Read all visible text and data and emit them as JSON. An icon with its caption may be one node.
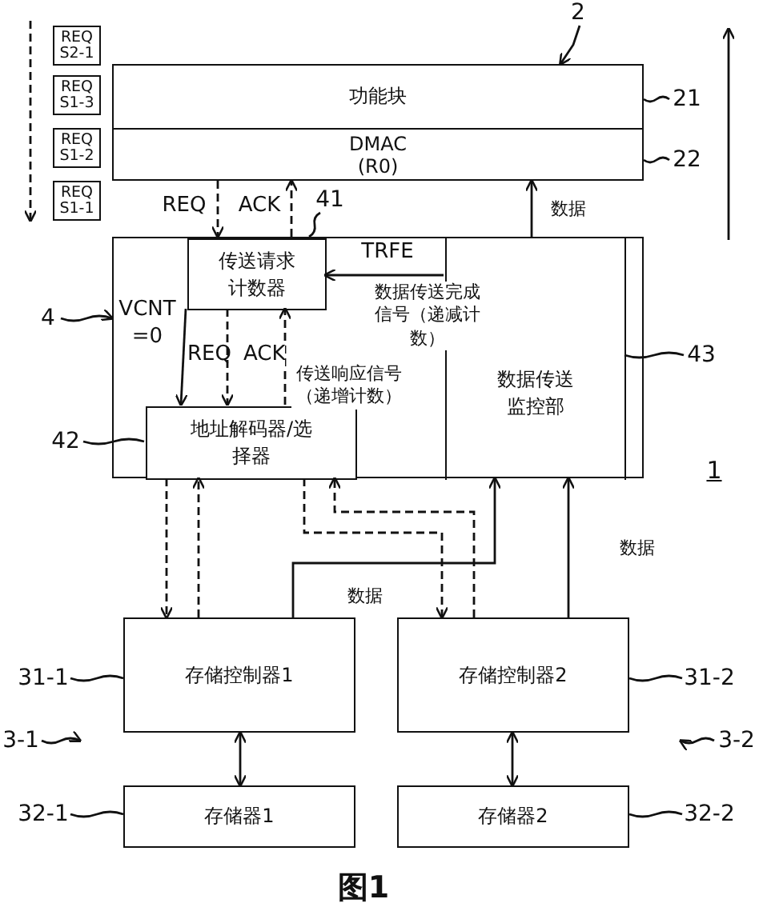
{
  "diagram": {
    "caption": "图1",
    "nodes": [
      {
        "text": [
          "REQ S2-1"
        ]
      },
      {
        "text": [
          "REQ S1-3"
        ]
      },
      {
        "text": [
          "REQ S1-2"
        ]
      },
      {
        "text": [
          "REQ S1-1"
        ]
      },
      {
        "text": [
          "2"
        ]
      },
      {
        "text": [
          "功能块"
        ]
      },
      {
        "text": [
          "DMAC (R0)"
        ]
      },
      {
        "text": [
          "21"
        ]
      },
      {
        "text": [
          "22"
        ]
      },
      {
        "text": [
          "41"
        ]
      },
      {
        "text": [],
        "shape": "box"
      },
      {
        "text": [
          "传送请求计数器"
        ],
        "in": 10
      },
      {
        "text": [
          "4"
        ]
      },
      {
        "text": [
          "数据传送监控部"
        ],
        "in": 10
      },
      {
        "text": [
          "43"
        ]
      },
      {
        "text": [
          "地址解码器/选择器"
        ],
        "in": 10
      },
      {
        "text": [
          "42"
        ]
      },
      {
        "text": [
          "31-1"
        ]
      },
      {
        "text": [
          "存储控制器1"
        ]
      },
      {
        "text": [
          "存储控制器2"
        ]
      },
      {
        "text": [
          "31-2"
        ]
      },
      {
        "text": [
          "3-1"
        ]
      },
      {
        "text": [
          "3-2"
        ]
      },
      {
        "text": [
          "32-1"
        ]
      },
      {
        "text": [
          "存储器1"
        ]
      },
      {
        "text": [
          "存储器2"
        ]
      },
      {
        "text": [
          "32-2"
        ]
      }
    ],
    "edges": [
      {
        "from": 4,
        "to": 5,
        "arrow": "to"
      },
      {
        "from": 7,
        "to": 5,
        "arrow": "none"
      },
      {
        "from": 8,
        "to": 6,
        "arrow": "none"
      },
      {
        "from": 6,
        "to": 11,
        "arrow": "to",
        "style": "dashed",
        "label": "REQ"
      },
      {
        "from": 11,
        "to": 6,
        "arrow": "to",
        "style": "dashed",
        "label": "ACK"
      },
      {
        "from": 9,
        "to": 11,
        "arrow": "none"
      },
      {
        "from": 13,
        "to": 6,
        "arrow": "to",
        "label": "数据"
      },
      {
        "from": 13,
        "to": 11,
        "arrow": "to",
        "label": "TRFE"
      },
      {
        "from": 12,
        "to": 10,
        "arrow": "to"
      },
      {
        "from": 11,
        "to": 15,
        "arrow": "to",
        "label": "VCNT =0"
      },
      {
        "from": 11,
        "to": 15,
        "arrow": "to",
        "style": "dashed",
        "label": "REQ"
      },
      {
        "from": 15,
        "to": 11,
        "arrow": "to",
        "style": "dashed",
        "label": "ACK"
      },
      {
        "from": 14,
        "to": 13,
        "arrow": "none"
      },
      {
        "from": 16,
        "to": 15,
        "arrow": "none"
      },
      {
        "from": 15,
        "to": 18,
        "arrow": "to",
        "style": "dashed"
      },
      {
        "from": 18,
        "to": 15,
        "arrow": "to",
        "style": "dashed"
      },
      {
        "from": 15,
        "to": 19,
        "arrow": "to",
        "style": "dashed"
      },
      {
        "from": 19,
        "to": 15,
        "arrow": "to",
        "style": "dashed"
      },
      {
        "from": 18,
        "to": 13,
        "arrow": "to",
        "label": "数据"
      },
      {
        "from": 19,
        "to": 13,
        "arrow": "to",
        "label": "数据"
      },
      {
        "from": 17,
        "to": 18,
        "arrow": "none"
      },
      {
        "from": 20,
        "to": 19,
        "arrow": "none"
      },
      {
        "from": 21,
        "to": null,
        "arrow": "to"
      },
      {
        "from": 22,
        "to": null,
        "arrow": "to"
      },
      {
        "from": 18,
        "to": 24,
        "arrow": "both"
      },
      {
        "from": 19,
        "to": 25,
        "arrow": "both"
      },
      {
        "from": 23,
        "to": 24,
        "arrow": "none"
      },
      {
        "from": 26,
        "to": 25,
        "arrow": "none"
      }
    ],
    "labels": [
      "数据传送完成信号（递减计数）",
      "传送响应信号（递增计数）",
      "1"
    ]
  }
}
